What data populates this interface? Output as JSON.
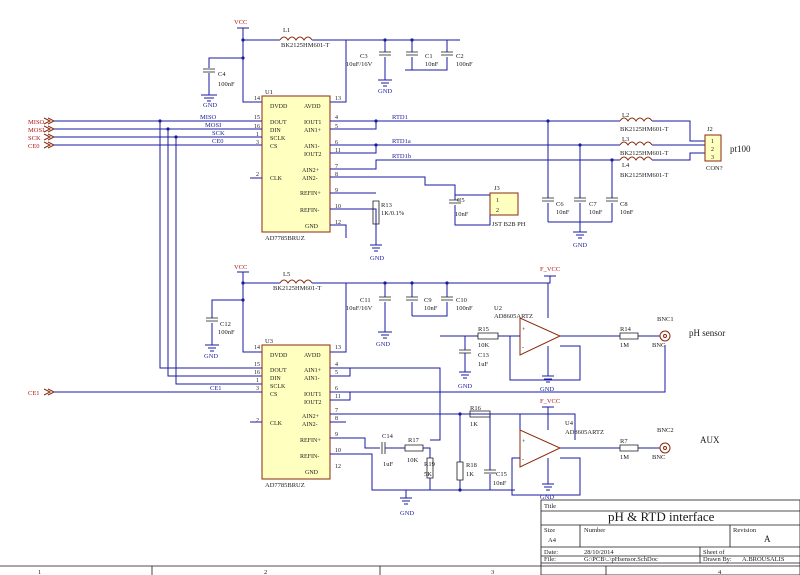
{
  "nets": {
    "vcc": "VCC",
    "f_vcc": "F_VCC",
    "gnd": "GND",
    "rtd1": "RTD1",
    "rtd1a": "RTD1a",
    "rtd1b": "RTD1b"
  },
  "ports": [
    "MISO",
    "MOSI",
    "SCK",
    "CE0",
    "CE1"
  ],
  "labels": {
    "pt100": "pt100",
    "ph_sensor": "pH sensor",
    "aux": "AUX"
  },
  "u1_pins": [
    "DVDD",
    "DOUT",
    "DIN",
    "SCLK",
    "CS",
    "CLK",
    "AVDD",
    "IOUT1",
    "AIN1+",
    "AIN1-",
    "IOUT2",
    "AIN2+",
    "AIN2-",
    "REFIN+",
    "REFIN-",
    "GND"
  ],
  "u3_pins": [
    "DVDD",
    "DOUT",
    "DIN",
    "SCLK",
    "CS",
    "CLK",
    "AVDD",
    "AIN1+",
    "AIN1-",
    "IOUT1",
    "IOUT2",
    "AIN2+",
    "AIN2-",
    "REFIN+",
    "REFIN-",
    "GND"
  ],
  "parts": {
    "L1": {
      "ref": "L1",
      "value": "BK2125HM601-T"
    },
    "L2": {
      "ref": "L2",
      "value": "BK2125HM601-T"
    },
    "L3": {
      "ref": "L3",
      "value": "BK2125HM601-T"
    },
    "L4": {
      "ref": "L4",
      "value": "BK2125HM601-T"
    },
    "L5": {
      "ref": "L5",
      "value": "BK2125HM601-T"
    },
    "C1": {
      "ref": "C1",
      "value": "10nF"
    },
    "C2": {
      "ref": "C2",
      "value": "100nF"
    },
    "C3": {
      "ref": "C3",
      "value": "10uF/16V"
    },
    "C4": {
      "ref": "C4",
      "value": "100nF"
    },
    "C5": {
      "ref": "C5",
      "value": "10nF"
    },
    "C6": {
      "ref": "C6",
      "value": "10nF"
    },
    "C7": {
      "ref": "C7",
      "value": "10nF"
    },
    "C8": {
      "ref": "C8",
      "value": "10nF"
    },
    "C9": {
      "ref": "C9",
      "value": "10nF"
    },
    "C10": {
      "ref": "C10",
      "value": "100nF"
    },
    "C11": {
      "ref": "C11",
      "value": "10uF/16V"
    },
    "C12": {
      "ref": "C12",
      "value": "100nF"
    },
    "C13": {
      "ref": "C13",
      "value": "1uF"
    },
    "C14": {
      "ref": "C14",
      "value": "1uF"
    },
    "C15": {
      "ref": "C15",
      "value": "10nF"
    },
    "R7": {
      "ref": "R7",
      "value": "1M"
    },
    "R13": {
      "ref": "R13",
      "value": "1K/0.1%"
    },
    "R14": {
      "ref": "R14",
      "value": "1M"
    },
    "R15": {
      "ref": "R15",
      "value": "10K"
    },
    "R16": {
      "ref": "R16",
      "value": "1K"
    },
    "R17": {
      "ref": "R17",
      "value": "10K"
    },
    "R18": {
      "ref": "R18",
      "value": "1K"
    },
    "R19": {
      "ref": "R19",
      "value": "5K"
    },
    "U1": {
      "ref": "U1",
      "part": "AD7785BRUZ"
    },
    "U3": {
      "ref": "U3",
      "part": "AD7785BRUZ"
    },
    "U2": {
      "ref": "U2",
      "part": "AD8605ARTZ"
    },
    "U4": {
      "ref": "U4",
      "part": "AD8605ARTZ"
    },
    "J2": {
      "ref": "J2",
      "part": "CON?"
    },
    "J3": {
      "ref": "J3",
      "part": "JST B2B PH"
    },
    "BNC1": {
      "ref": "BNC1",
      "part": "BNC"
    },
    "BNC2": {
      "ref": "BNC2",
      "part": "BNC"
    }
  },
  "title_block": {
    "title_label": "Title",
    "title": "pH & RTD interface",
    "size_label": "Size",
    "size": "A4",
    "number_label": "Number",
    "revision_label": "Revision",
    "revision": "A",
    "date_label": "Date:",
    "date": "28/10/2014",
    "sheet_label": "Sheet   of",
    "file_label": "File:",
    "file": "G:\\PCB\\..\\pHsensor.SchDoc",
    "drawn_label": "Drawn By:",
    "drawn_by": "A.BROUSALIS"
  },
  "zones": [
    "1",
    "2",
    "3",
    "4"
  ]
}
